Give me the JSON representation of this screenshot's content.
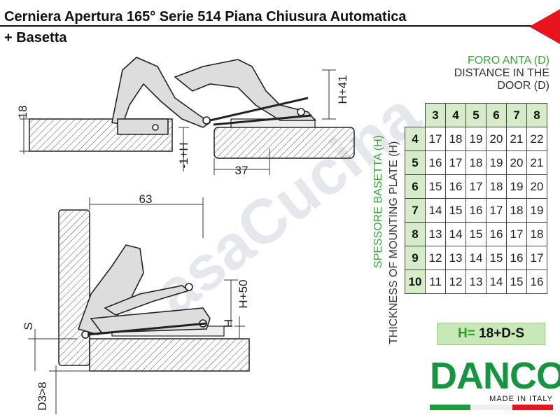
{
  "title": {
    "line1": "Cerniera Apertura 165° Serie 514 Piana Chiusura Automatica",
    "line2": "+ Basetta"
  },
  "dims_top": {
    "d18": "18",
    "h41": "H+41",
    "m1h": "-1+H",
    "d37": "37"
  },
  "dims_bottom": {
    "d63": "63",
    "h50": "H+50",
    "h": "H",
    "s": "S",
    "d3": "D3>8"
  },
  "foro": {
    "line1": "FORO ANTA (D)",
    "line2": "DISTANCE IN THE",
    "line3": "DOOR  (D)"
  },
  "table": {
    "columns": [
      "3",
      "4",
      "5",
      "6",
      "7",
      "8"
    ],
    "rows": [
      {
        "h": "4",
        "values": [
          "17",
          "18",
          "19",
          "20",
          "21",
          "22"
        ]
      },
      {
        "h": "5",
        "values": [
          "16",
          "17",
          "18",
          "19",
          "20",
          "21"
        ]
      },
      {
        "h": "6",
        "values": [
          "15",
          "16",
          "17",
          "18",
          "19",
          "20"
        ]
      },
      {
        "h": "7",
        "values": [
          "14",
          "15",
          "16",
          "17",
          "18",
          "19"
        ]
      },
      {
        "h": "8",
        "values": [
          "13",
          "14",
          "15",
          "16",
          "17",
          "18"
        ]
      },
      {
        "h": "9",
        "values": [
          "12",
          "13",
          "14",
          "15",
          "16",
          "17"
        ]
      },
      {
        "h": "10",
        "values": [
          "11",
          "12",
          "13",
          "14",
          "15",
          "16"
        ]
      }
    ]
  },
  "vlabels": {
    "green": "SPESSORE BASETTA (H)",
    "black": "THICKNESS OF MOUNTING PLATE (H)"
  },
  "formula": {
    "h": "H=",
    "rest": " 18+D-S"
  },
  "brand": {
    "name": "DANCO",
    "tagline": "MADE IN ITALY"
  },
  "watermark": "CasaCucina",
  "colors": {
    "accent_green": "#3aa43a",
    "header_fill": "#d6ecc9",
    "brand_green": "#159540",
    "red": "#e8141c"
  }
}
